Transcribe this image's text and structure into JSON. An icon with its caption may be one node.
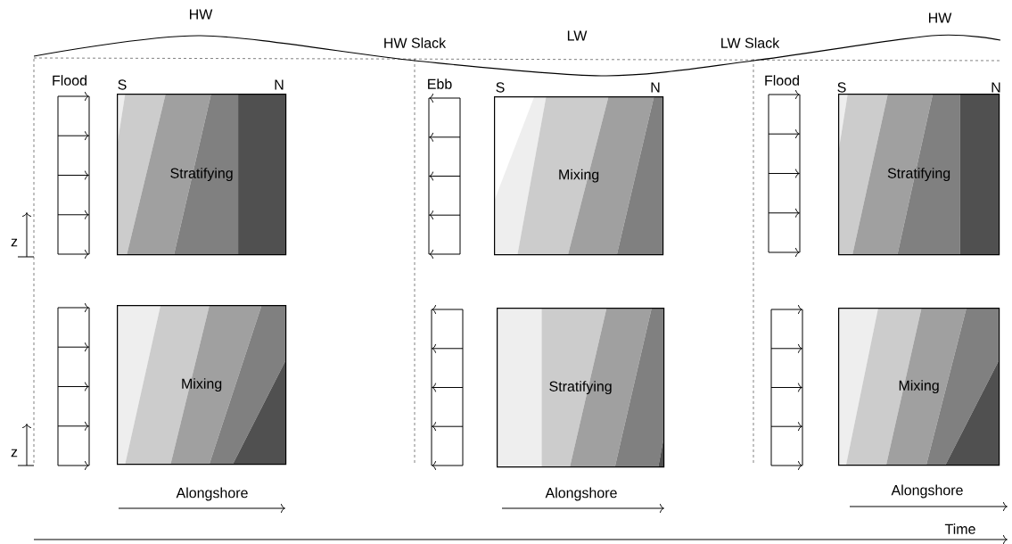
{
  "diagram": {
    "nodes": [
      {
        "text": [
          "Stratifying"
        ]
      },
      {
        "text": [
          "Mixing"
        ]
      },
      {
        "text": [
          "Stratifying"
        ]
      },
      {
        "text": [
          "Mixing"
        ]
      },
      {
        "text": [
          "Stratifying"
        ]
      },
      {
        "text": [
          "Mixing"
        ]
      }
    ],
    "labels": [
      "HW",
      "HW Slack",
      "LW",
      "LW Slack",
      "HW",
      "Flood",
      "S",
      "N",
      "Ebb",
      "S",
      "N",
      "Flood",
      "S",
      "N",
      "z",
      "z",
      "Alongshore",
      "Alongshore",
      "Alongshore",
      "Time"
    ]
  }
}
